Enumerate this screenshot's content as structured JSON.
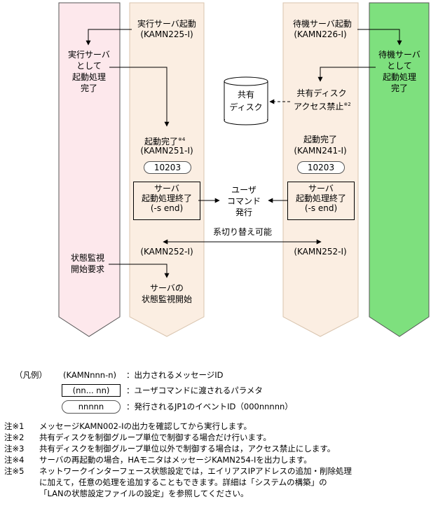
{
  "colors": {
    "exec_lane": "#fde8ec",
    "center_lane": "#fbeee2",
    "standby_lane": "#7ee07e",
    "stroke": "#555555"
  },
  "lanes": {
    "exec_server_start": "実行サーバ起動",
    "exec_server_start_id": "(KAMN225-I)",
    "standby_server_start": "待機サーバ起動",
    "standby_server_start_id": "(KAMN226-I)"
  },
  "left": {
    "exec_done_1": "実行サーバ",
    "exec_done_2": "として",
    "exec_done_3": "起動処理",
    "exec_done_4": "完了",
    "monitor_req_1": "状態監視",
    "monitor_req_2": "開始要求"
  },
  "right": {
    "standby_done_1": "待機サーバ",
    "standby_done_2": "として",
    "standby_done_3": "起動処理",
    "standby_done_4": "完了"
  },
  "disk": {
    "label_1": "共有",
    "label_2": "ディスク",
    "ban_1": "共有ディスク",
    "ban_2": "アクセス禁止",
    "ban_note": "※2"
  },
  "center_left": {
    "start_done": "起動完了",
    "start_done_note": "※4",
    "start_done_id": "(KAMN251-I)",
    "event_id": "10203",
    "box_1": "サーバ",
    "box_2": "起動処理終了",
    "box_3": "(-s end)",
    "kamn252": "(KAMN252-I)",
    "monitor_start_1": "サーバの",
    "monitor_start_2": "状態監視開始"
  },
  "center_right": {
    "start_done": "起動完了",
    "start_done_id": "(KAMN241-I)",
    "event_id": "10203",
    "box_1": "サーバ",
    "box_2": "起動処理終了",
    "box_3": "(-s end)",
    "kamn252": "(KAMN252-I)"
  },
  "middle": {
    "user_cmd_1": "ユーザ",
    "user_cmd_2": "コマンド",
    "user_cmd_3": "発行",
    "switch_ok": "系切り替え可能"
  },
  "legend": {
    "title": "（凡例）",
    "msg_sample": "(KAMNnnn-n)",
    "msg_desc": "：出力されるメッセージID",
    "param_sample": "(nn... nn)",
    "param_desc": "：ユーザコマンドに渡されるパラメタ",
    "event_sample": "nnnnn",
    "event_desc": "：発行されるJP1のイベントID（000nnnnn）"
  },
  "notes": [
    {
      "key": "注※1",
      "text": "メッセージKAMN002-Iの出力を確認してから実行します。"
    },
    {
      "key": "注※2",
      "text": "共有ディスクを制御グループ単位で制御する場合だけ行います。"
    },
    {
      "key": "注※3",
      "text": "共有ディスクを制御グループ単位以外で制御する場合は，アクセス禁止にします。"
    },
    {
      "key": "注※4",
      "text": "サーバの再起動の場合，HAモニタはメッセージKAMN254-Iを出力します。"
    },
    {
      "key": "注※5",
      "text": "ネットワークインターフェース状態設定では，エイリアスIPアドレスの追加・削除処理"
    },
    {
      "key": "",
      "text": "に加えて，任意の処理を追加することもできます。詳細は「システムの構築」の"
    },
    {
      "key": "",
      "text": "「LANの状態設定ファイルの設定」を参照してください。"
    }
  ]
}
